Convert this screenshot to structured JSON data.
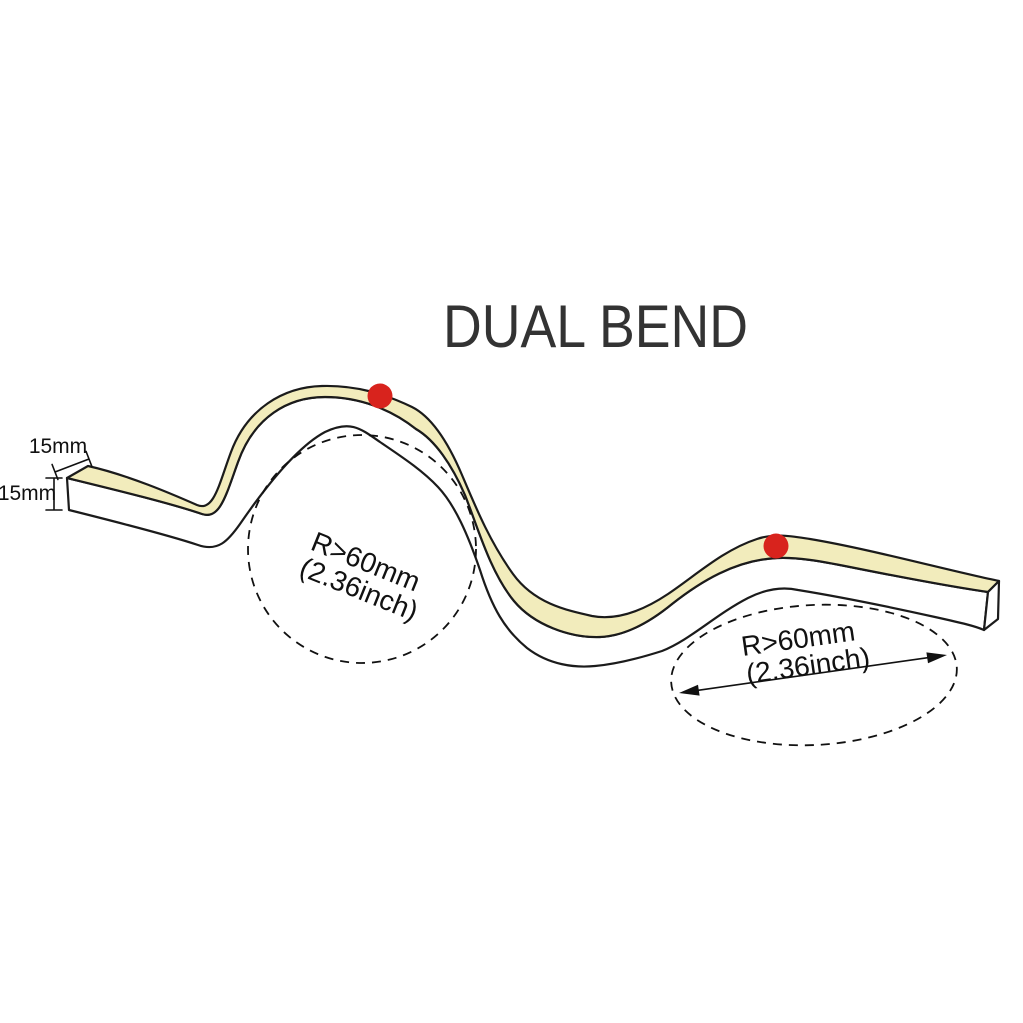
{
  "title": "DUAL BEND",
  "strip": {
    "top_color": "#F2ECBC",
    "side_color": "#FFFFFF",
    "outline_color": "#1B1B1B"
  },
  "dimensions": {
    "width_label": "15mm",
    "height_label": "15mm"
  },
  "markers": {
    "color": "#D8231D"
  },
  "annotations": {
    "bend1": {
      "line1": "R>60mm",
      "line2": "(2.36inch)"
    },
    "bend2": {
      "line1": "R>60mm",
      "line2": "(2.36inch)"
    }
  }
}
